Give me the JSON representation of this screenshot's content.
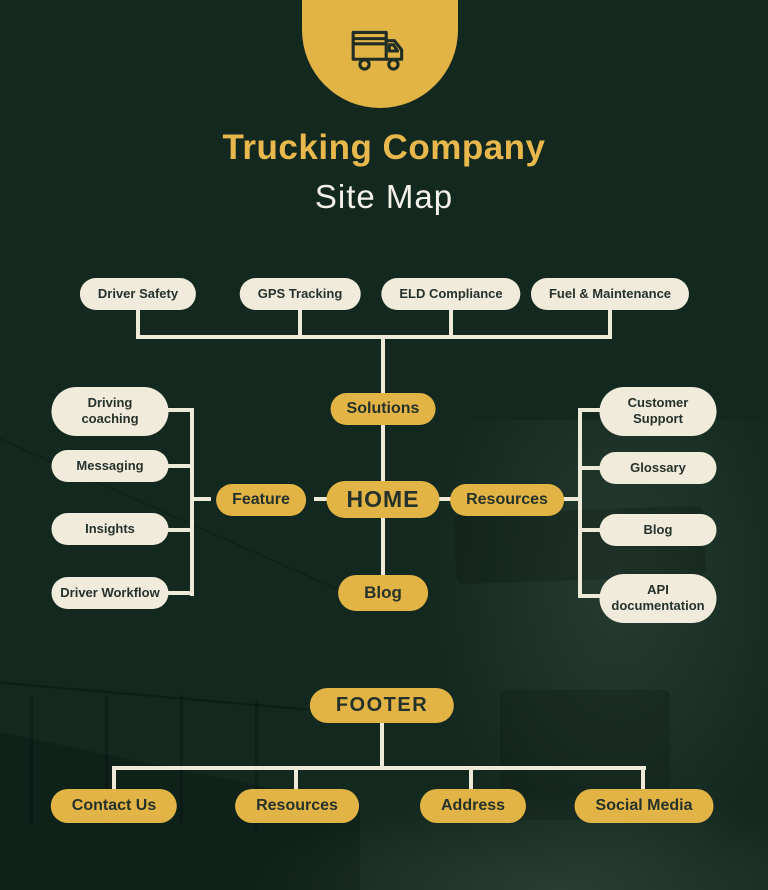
{
  "header": {
    "title": "Trucking Company",
    "subtitle": "Site Map",
    "icon": "truck-icon"
  },
  "colors": {
    "background": "#13291F",
    "gold": "#E2B345",
    "cream": "#F1EBDC",
    "ink": "#25322B",
    "line": "#EFE9DA",
    "title_gold": "#E8B84C",
    "subtitle": "#F3F1EA"
  },
  "nodes": {
    "top": [
      "Driver Safety",
      "GPS Tracking",
      "ELD Compliance",
      "Fuel & Maintenance"
    ],
    "solutions": "Solutions",
    "feature": "Feature",
    "home": "HOME",
    "resources": "Resources",
    "blog": "Blog",
    "feature_children": [
      "Driving coaching",
      "Messaging",
      "Insights",
      "Driver Workflow"
    ],
    "resources_children": [
      "Customer Support",
      "Glossary",
      "Blog",
      "API documentation"
    ],
    "footer": "FOOTER",
    "footer_children": [
      "Contact Us",
      "Resources",
      "Address",
      "Social Media"
    ]
  }
}
